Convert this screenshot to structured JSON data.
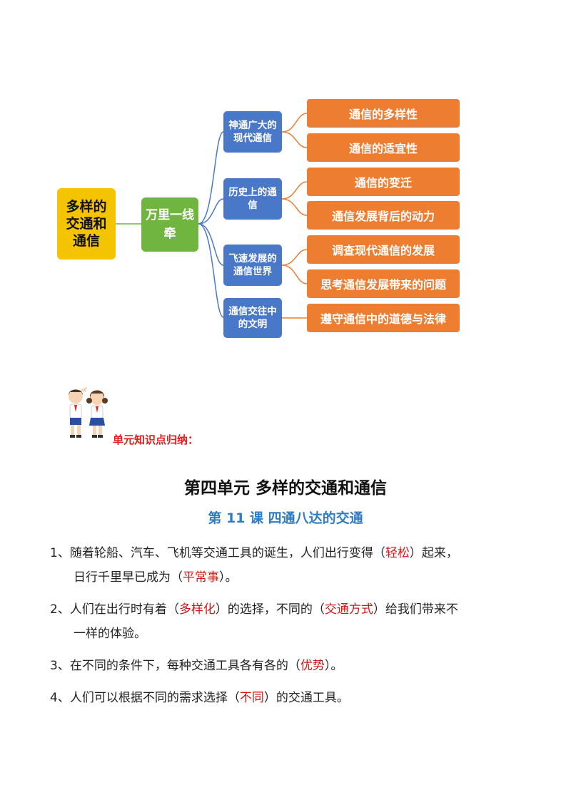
{
  "mindmap": {
    "root": "多样的交通和通信",
    "level1": "万里一线牵",
    "branches": [
      {
        "label": "神通广大的现代通信",
        "leaves": [
          "通信的多样性",
          "通信的适宜性"
        ]
      },
      {
        "label": "历史上的通信",
        "leaves": [
          "通信的变迁",
          "通信发展背后的动力"
        ]
      },
      {
        "label": "飞速发展的通信世界",
        "leaves": [
          "调查现代通信的发展",
          "思考通信发展带来的问题"
        ]
      },
      {
        "label": "通信交往中的文明",
        "leaves": [
          "遵守通信中的道德与法律"
        ]
      }
    ]
  },
  "section_label": "单元知识点归纳：",
  "unit_title": "第四单元  多样的交通和通信",
  "lesson_title": "第 11 课   四通八达的交通",
  "items": [
    {
      "line1": [
        "1、随着轮船、汽车、飞机等交通工具的诞生，人们出行变得（",
        "轻松",
        "）起来，"
      ],
      "line2": [
        "日行千里早已成为（",
        "平常事",
        "）。"
      ]
    },
    {
      "line1": [
        "2、人们在出行时有着（",
        "多样化",
        "）的选择，不同的（",
        "交通方式",
        "）给我们带来不"
      ],
      "line2": [
        "一样的体验。"
      ]
    },
    {
      "line1": [
        "3、在不同的条件下，每种交通工具各有各的（",
        "优势",
        "）。"
      ]
    },
    {
      "line1": [
        "4、人们可以根据不同的需求选择（",
        "不同",
        "）的交通工具。"
      ]
    }
  ],
  "colors": {
    "root": "#f5c400",
    "level1": "#6fb53f",
    "branch": "#4a78c9",
    "leaf": "#ed7d31",
    "answer": "#d01818",
    "lesson": "#2e7cc4"
  }
}
